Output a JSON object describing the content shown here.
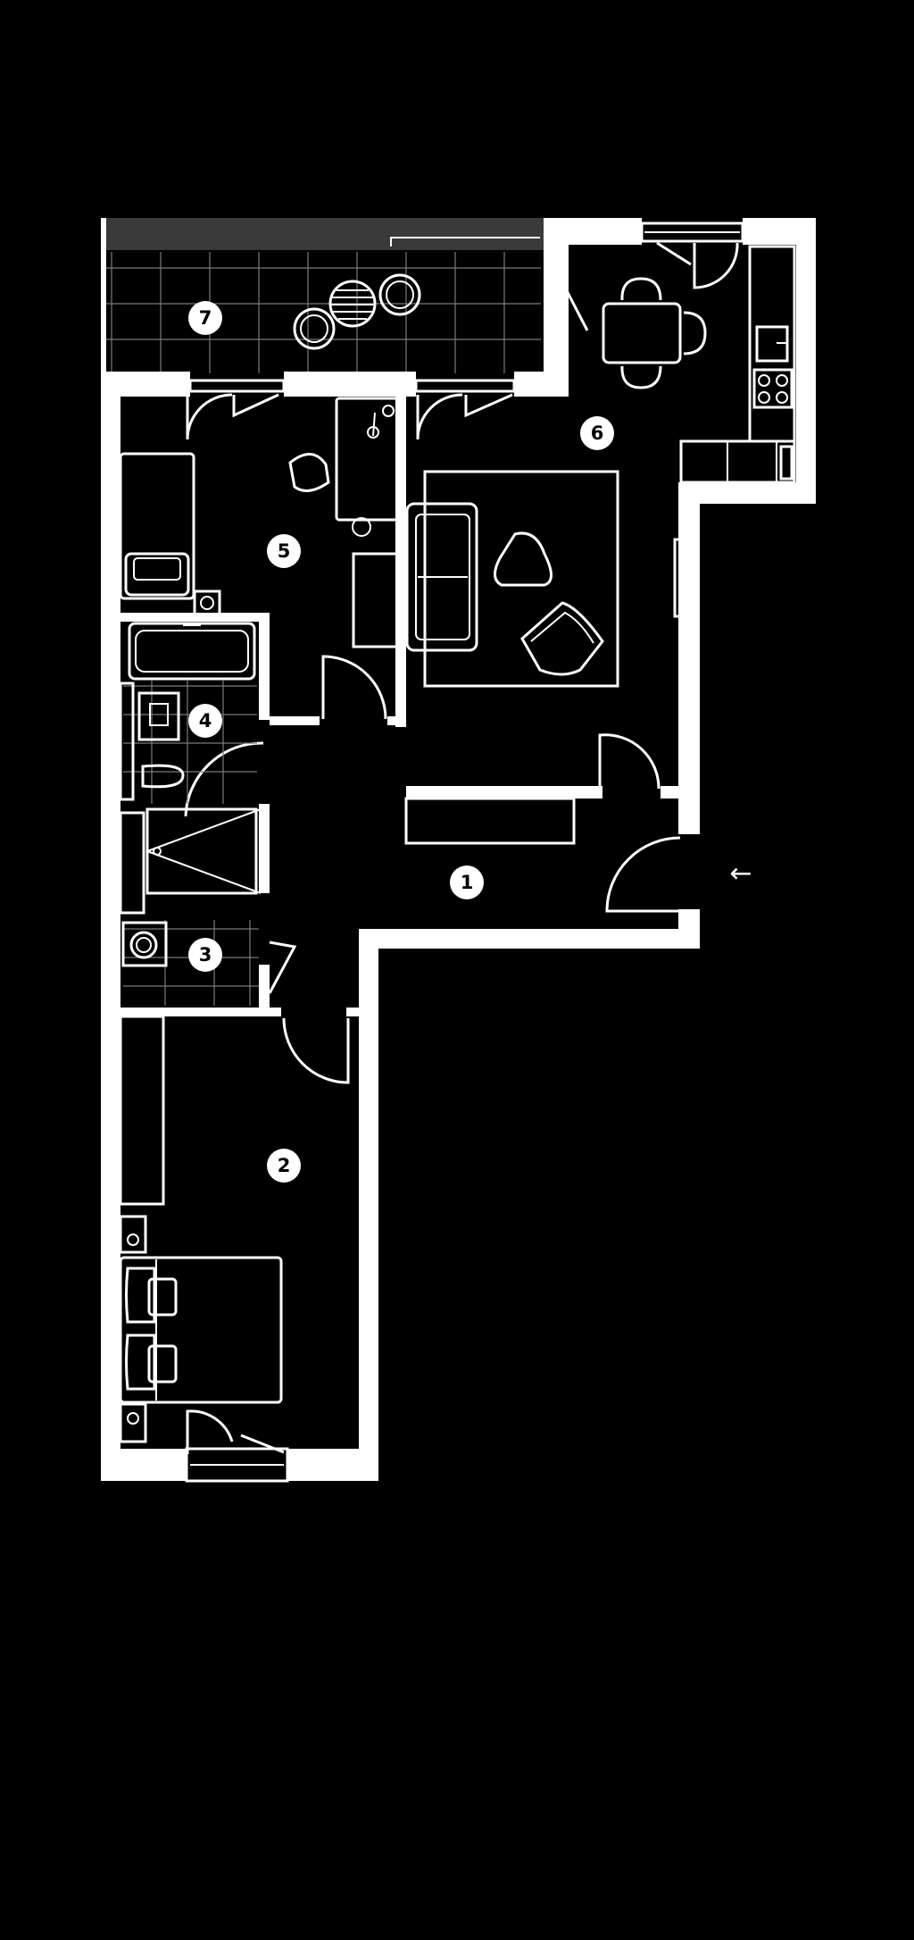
{
  "rooms": [
    {
      "id": "1",
      "label": "1"
    },
    {
      "id": "2",
      "label": "2"
    },
    {
      "id": "3",
      "label": "3"
    },
    {
      "id": "4",
      "label": "4"
    },
    {
      "id": "5",
      "label": "5"
    },
    {
      "id": "6",
      "label": "6"
    },
    {
      "id": "7",
      "label": "7"
    }
  ],
  "entrance": {
    "symbol": "←"
  },
  "colors": {
    "background": "#000000",
    "walls": "#ffffff",
    "balcony_edge": "#3a3a3a"
  }
}
